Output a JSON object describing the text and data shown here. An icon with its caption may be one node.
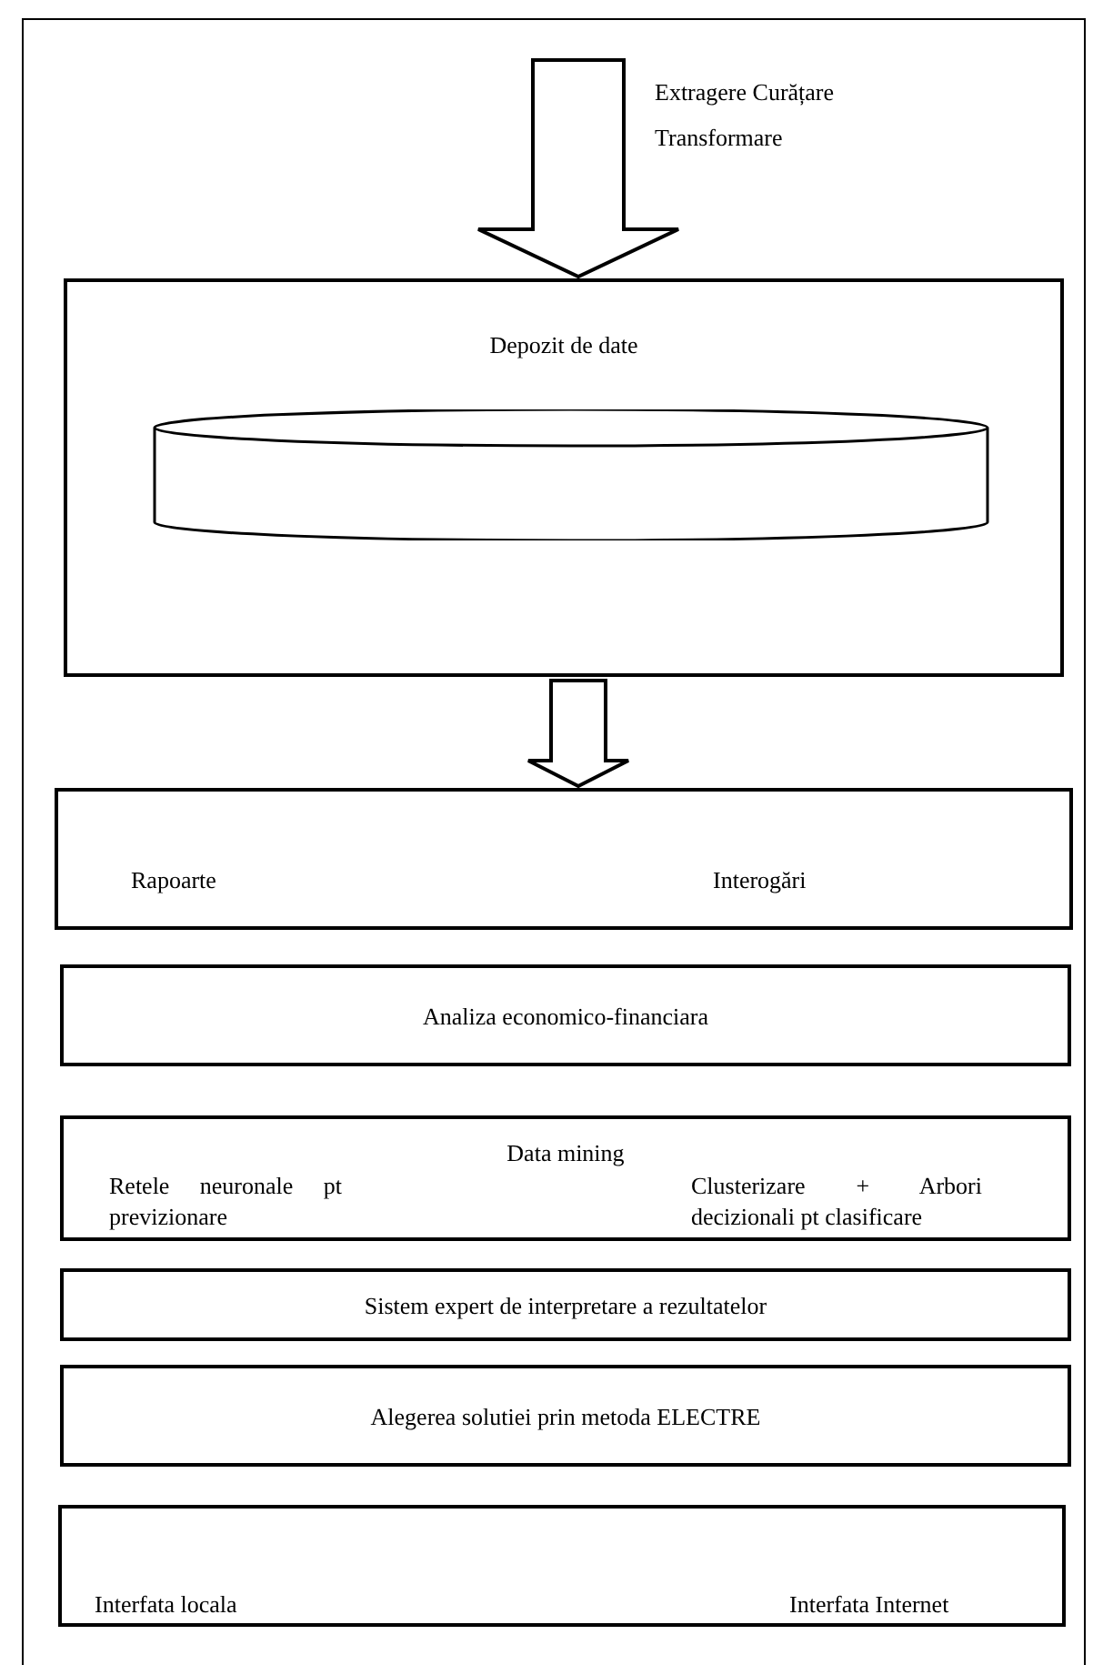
{
  "diagram": {
    "nodes": [
      {
        "text": [
          "Depozit de date"
        ]
      },
      {
        "text": [],
        "shape": "cylinder",
        "in": 0
      },
      {
        "text": [
          "Rapoarte",
          "Interogări"
        ]
      },
      {
        "text": [
          "Analiza economico-financiara"
        ]
      },
      {
        "text": [
          "Data mining",
          "Retele neuronale pt previzionare",
          "Clusterizare + Arbori decizionali pt clasificare"
        ]
      },
      {
        "text": [
          "Sistem expert de interpretare a rezultatelor"
        ]
      },
      {
        "text": [
          "Alegerea solutiei prin metoda ELECTRE"
        ]
      },
      {
        "text": [
          "Interfata locala",
          "Interfata Internet"
        ]
      }
    ],
    "edges": [
      {
        "from": null,
        "to": 0,
        "arrow": "to",
        "label": "Extragere Curățare Transformare"
      },
      {
        "from": 0,
        "to": 2,
        "arrow": "to"
      }
    ]
  }
}
